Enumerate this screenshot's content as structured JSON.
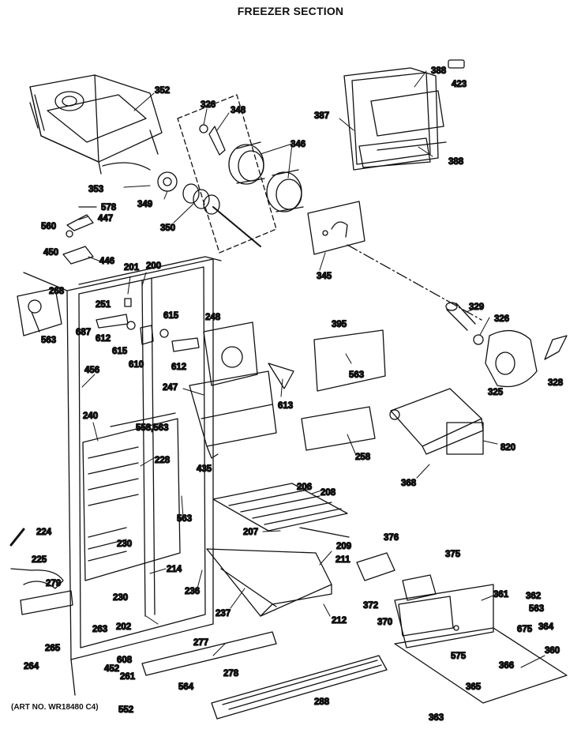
{
  "title": "FREEZER SECTION",
  "art_number": "(ART NO. WR18480 C4)",
  "callouts": [
    {
      "id": "c352",
      "label": "352"
    },
    {
      "id": "c326a",
      "label": "326"
    },
    {
      "id": "c348",
      "label": "348"
    },
    {
      "id": "c388a",
      "label": "388"
    },
    {
      "id": "c423",
      "label": "423"
    },
    {
      "id": "c387",
      "label": "387"
    },
    {
      "id": "c346",
      "label": "346"
    },
    {
      "id": "c388b",
      "label": "388"
    },
    {
      "id": "c353",
      "label": "353"
    },
    {
      "id": "c349",
      "label": "349"
    },
    {
      "id": "c350",
      "label": "350"
    },
    {
      "id": "c578",
      "label": "578"
    },
    {
      "id": "c447",
      "label": "447"
    },
    {
      "id": "c560",
      "label": "560"
    },
    {
      "id": "c450",
      "label": "450"
    },
    {
      "id": "c446",
      "label": "446"
    },
    {
      "id": "c201",
      "label": "201"
    },
    {
      "id": "c200",
      "label": "200"
    },
    {
      "id": "c345",
      "label": "345"
    },
    {
      "id": "c268",
      "label": "268"
    },
    {
      "id": "c251",
      "label": "251"
    },
    {
      "id": "c329",
      "label": "329"
    },
    {
      "id": "c563a",
      "label": "563"
    },
    {
      "id": "c687",
      "label": "687"
    },
    {
      "id": "c612a",
      "label": "612"
    },
    {
      "id": "c615a",
      "label": "615"
    },
    {
      "id": "c615b",
      "label": "615"
    },
    {
      "id": "c610",
      "label": "610"
    },
    {
      "id": "c248",
      "label": "248"
    },
    {
      "id": "c612b",
      "label": "612"
    },
    {
      "id": "c395",
      "label": "395"
    },
    {
      "id": "c326b",
      "label": "326"
    },
    {
      "id": "c563b",
      "label": "563"
    },
    {
      "id": "c325",
      "label": "325"
    },
    {
      "id": "c328",
      "label": "328"
    },
    {
      "id": "c456",
      "label": "456"
    },
    {
      "id": "c247",
      "label": "247"
    },
    {
      "id": "c613",
      "label": "613"
    },
    {
      "id": "c240",
      "label": "240"
    },
    {
      "id": "c558",
      "label": "558,563"
    },
    {
      "id": "c228",
      "label": "228"
    },
    {
      "id": "c820",
      "label": "820"
    },
    {
      "id": "c258",
      "label": "258"
    },
    {
      "id": "c435",
      "label": "435"
    },
    {
      "id": "c368",
      "label": "368"
    },
    {
      "id": "c206",
      "label": "206"
    },
    {
      "id": "c208",
      "label": "208"
    },
    {
      "id": "c563c",
      "label": "563"
    },
    {
      "id": "c224",
      "label": "224"
    },
    {
      "id": "c207",
      "label": "207"
    },
    {
      "id": "c376",
      "label": "376"
    },
    {
      "id": "c209",
      "label": "209"
    },
    {
      "id": "c230a",
      "label": "230"
    },
    {
      "id": "c375",
      "label": "375"
    },
    {
      "id": "c225",
      "label": "225"
    },
    {
      "id": "c214",
      "label": "214"
    },
    {
      "id": "c211",
      "label": "211"
    },
    {
      "id": "c279",
      "label": "279"
    },
    {
      "id": "c236",
      "label": "236"
    },
    {
      "id": "c230b",
      "label": "230"
    },
    {
      "id": "c361",
      "label": "361"
    },
    {
      "id": "c362",
      "label": "362"
    },
    {
      "id": "c372",
      "label": "372"
    },
    {
      "id": "c563d",
      "label": "563"
    },
    {
      "id": "c237",
      "label": "237"
    },
    {
      "id": "c212",
      "label": "212"
    },
    {
      "id": "c370",
      "label": "370"
    },
    {
      "id": "c202",
      "label": "202"
    },
    {
      "id": "c675",
      "label": "675"
    },
    {
      "id": "c364",
      "label": "364"
    },
    {
      "id": "c263",
      "label": "263"
    },
    {
      "id": "c277",
      "label": "277"
    },
    {
      "id": "c265",
      "label": "265"
    },
    {
      "id": "c360",
      "label": "360"
    },
    {
      "id": "c608",
      "label": "608"
    },
    {
      "id": "c575",
      "label": "575"
    },
    {
      "id": "c264",
      "label": "264"
    },
    {
      "id": "c452",
      "label": "452"
    },
    {
      "id": "c366",
      "label": "366"
    },
    {
      "id": "c261",
      "label": "261"
    },
    {
      "id": "c278",
      "label": "278"
    },
    {
      "id": "c365",
      "label": "365"
    },
    {
      "id": "c564",
      "label": "564"
    },
    {
      "id": "c288",
      "label": "288"
    },
    {
      "id": "c552",
      "label": "552"
    },
    {
      "id": "c363",
      "label": "363"
    }
  ],
  "colors": {
    "ink": "#111111",
    "paper": "#ffffff"
  }
}
